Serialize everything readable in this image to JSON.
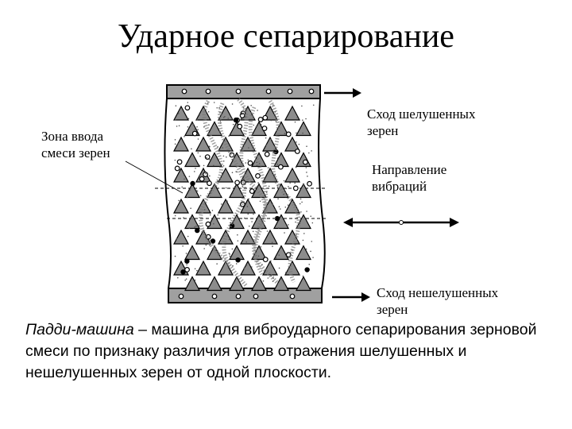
{
  "slide": {
    "title": "Ударное сепарирование"
  },
  "diagram": {
    "labels": {
      "input_zone_line1": "Зона ввода",
      "input_zone_line2": "смеси зерен",
      "hulled_out_line1": "Сход шелушенных",
      "hulled_out_line2": "зерен",
      "vibration_line1": "Направление",
      "vibration_line2": "вибраций",
      "unhulled_out_line1": "Сход нешелушенных",
      "unhulled_out_line2": "зерен"
    },
    "colors": {
      "plate_fill": "#a0a0a0",
      "triangle_fill": "#8c8c8c",
      "ink": "#000000"
    }
  },
  "caption": {
    "term": "Падди-машина",
    "text": " – машина для виброударного сепарирования зерновой смеси по признаку различия углов отражения шелушенных и нешелушенных зерен от одной плоскости."
  }
}
